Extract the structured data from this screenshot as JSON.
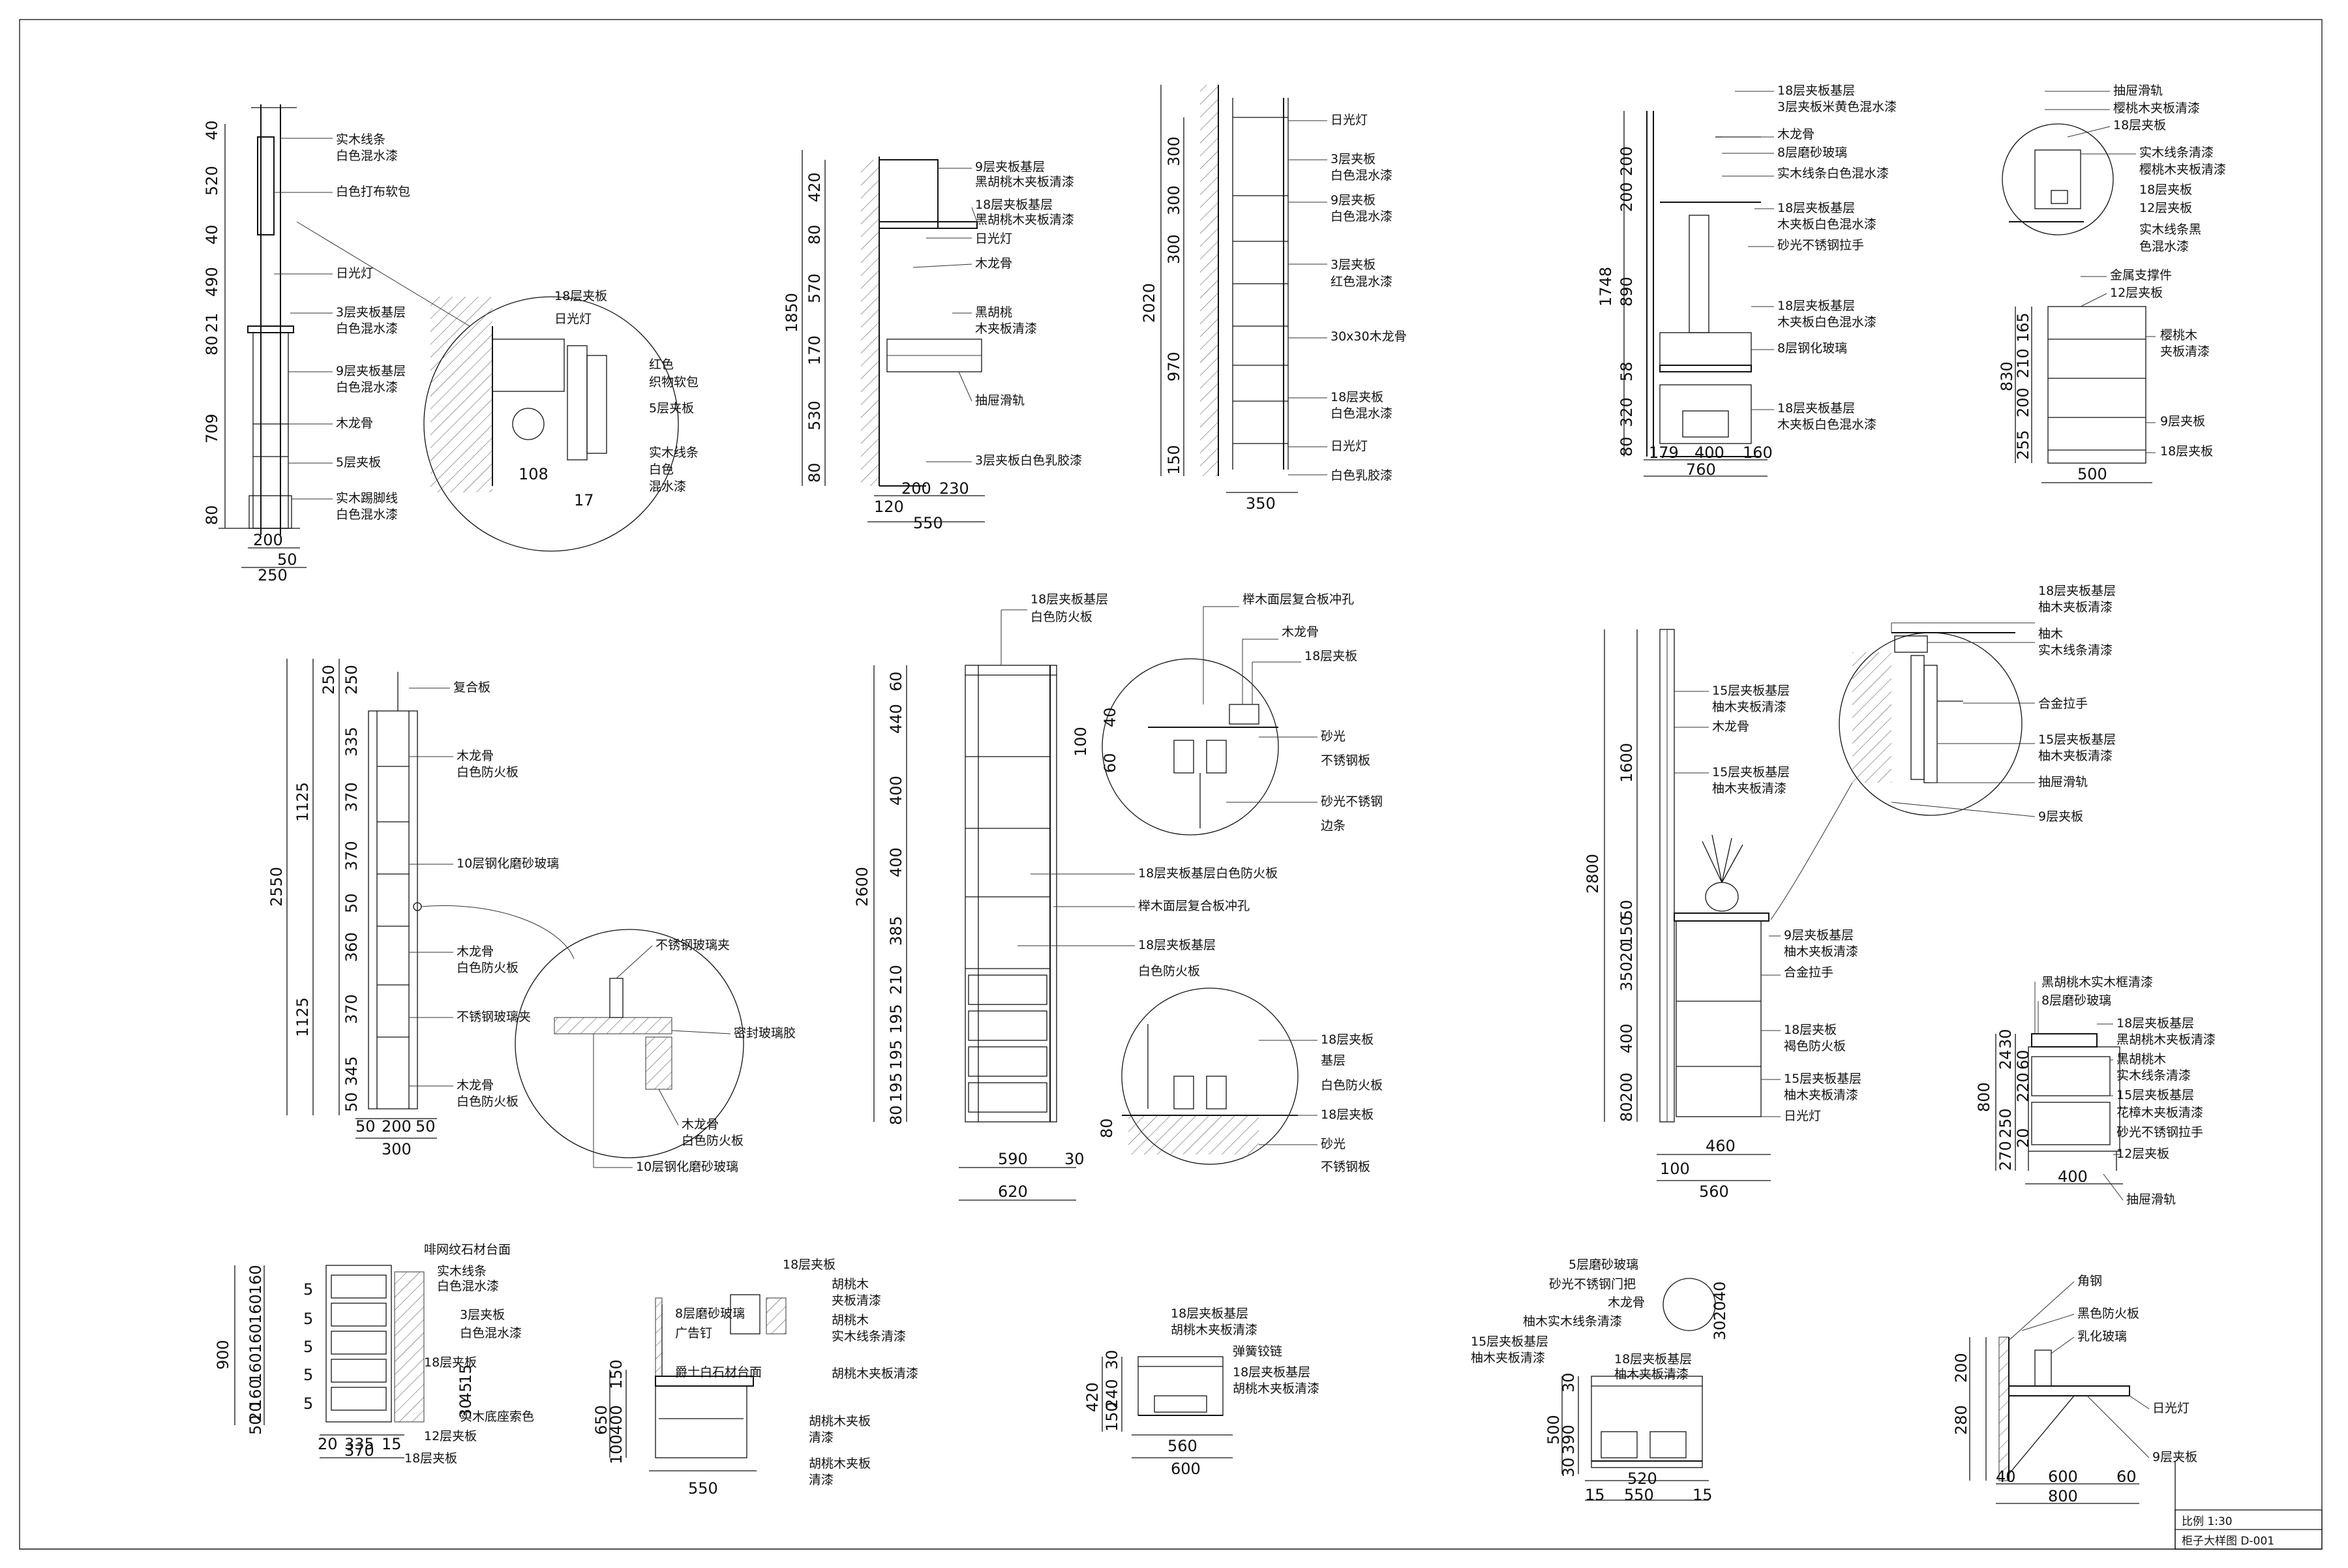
{
  "title_block": {
    "scale_label": "比例 1:30",
    "drawing_title": "柜子大样图 D-001"
  },
  "details": [
    {
      "id": "d1",
      "v_dims": [
        "40",
        "520",
        "40",
        "490",
        "21",
        "80",
        "709",
        "80"
      ],
      "h_dims": [
        "200",
        "50",
        "250"
      ],
      "callout_dims": [
        "108",
        "17"
      ],
      "notes": [
        "实木线条",
        "白色混水漆",
        "白色打布软包",
        "日光灯",
        "3层夹板基层",
        "白色混水漆",
        "9层夹板基层",
        "白色混水漆",
        "木龙骨",
        "5层夹板",
        "实木踢脚线",
        "白色混水漆"
      ],
      "callout_notes": [
        "18层夹板",
        "日光灯",
        "红色",
        "织物软包",
        "5层夹板",
        "实木线条",
        "白色",
        "混水漆"
      ]
    },
    {
      "id": "d2",
      "v_dims": [
        "420",
        "80",
        "570",
        "170",
        "530",
        "80"
      ],
      "total": "1850",
      "h_dims": [
        "200",
        "230",
        "120",
        "550"
      ],
      "notes": [
        "9层夹板基层",
        "黑胡桃木夹板清漆",
        "18层夹板基层",
        "黑胡桃木夹板清漆",
        "日光灯",
        "木龙骨",
        "黑胡桃",
        "木夹板清漆",
        "抽屉滑轨",
        "3层夹板白色乳胶漆"
      ]
    },
    {
      "id": "d3",
      "v_dims": [
        "300",
        "300",
        "300",
        "970",
        "150"
      ],
      "total": "2020",
      "h_dims": [
        "350"
      ],
      "notes": [
        "日光灯",
        "3层夹板",
        "白色混水漆",
        "9层夹板",
        "白色混水漆",
        "3层夹板",
        "红色混水漆",
        "30x30木龙骨",
        "18层夹板",
        "白色混水漆",
        "日光灯",
        "白色乳胶漆"
      ]
    },
    {
      "id": "d4",
      "v_dims": [
        "200",
        "200",
        "890",
        "58",
        "320",
        "80"
      ],
      "total": "1748",
      "h_dims": [
        "179",
        "400",
        "160",
        "760"
      ],
      "notes": [
        "18层夹板基层",
        "3层夹板米黄色混水漆",
        "木龙骨",
        "8层磨砂玻璃",
        "实木线条白色混水漆",
        "18层夹板基层",
        "木夹板白色混水漆",
        "砂光不锈钢拉手",
        "18层夹板基层",
        "木夹板白色混水漆",
        "8层钢化玻璃",
        "18层夹板基层",
        "木夹板白色混水漆"
      ]
    },
    {
      "id": "d5",
      "v_dims": [
        "165",
        "210",
        "200",
        "255"
      ],
      "total": "830",
      "h_dims": [
        "500"
      ],
      "notes": [
        "抽屉滑轨",
        "樱桃木夹板清漆",
        "18层夹板",
        "实木线条清漆",
        "樱桃木夹板清漆",
        "18层夹板",
        "12层夹板",
        "实木线条黑",
        "色混水漆",
        "金属支撑件",
        "12层夹板",
        "樱桃木",
        "夹板清漆",
        "9层夹板",
        "18层夹板"
      ]
    },
    {
      "id": "d6",
      "v_dims": [
        "250",
        "250",
        "335",
        "370",
        "370",
        "50",
        "360",
        "370",
        "345",
        "50"
      ],
      "totals": [
        "1125",
        "1125",
        "2550"
      ],
      "h_dims": [
        "50",
        "200",
        "50",
        "300"
      ],
      "notes": [
        "复合板",
        "木龙骨",
        "白色防火板",
        "10层钢化磨砂玻璃",
        "木龙骨",
        "白色防火板",
        "不锈钢玻璃夹",
        "木龙骨",
        "白色防火板"
      ],
      "callout_notes": [
        "不锈钢玻璃夹",
        "密封玻璃胶",
        "木龙骨",
        "白色防火板",
        "10层钢化磨砂玻璃"
      ]
    },
    {
      "id": "d7",
      "v_dims": [
        "60",
        "440",
        "400",
        "400",
        "385",
        "210",
        "195",
        "195",
        "195",
        "80"
      ],
      "total": "2600",
      "h_dims": [
        "590",
        "30",
        "620"
      ],
      "callout_dims": [
        "100",
        "40",
        "60",
        "80"
      ],
      "notes": [
        "18层夹板基层",
        "白色防火板",
        "18层夹板基层白色防火板",
        "榉木面层复合板冲孔",
        "18层夹板基层",
        "白色防火板"
      ],
      "callout_notes": [
        "榉木面层复合板冲孔",
        "木龙骨",
        "18层夹板",
        "砂光",
        "不锈钢板",
        "砂光不锈钢",
        "边条",
        "18层夹板",
        "基层",
        "白色防火板",
        "18层夹板",
        "砂光",
        "不锈钢板"
      ]
    },
    {
      "id": "d8",
      "v_dims": [
        "1600",
        "50",
        "150",
        "20",
        "350",
        "400",
        "200",
        "80"
      ],
      "total": "2800",
      "h_dims": [
        "100",
        "460",
        "560"
      ],
      "notes": [
        "15层夹板基层",
        "柚木夹板清漆",
        "木龙骨",
        "15层夹板基层",
        "柚木夹板清漆",
        "9层夹板基层",
        "柚木夹板清漆",
        "合金拉手",
        "18层夹板",
        "褐色防火板",
        "15层夹板基层",
        "柚木夹板清漆",
        "日光灯"
      ],
      "callout_notes": [
        "18层夹板基层",
        "柚木夹板清漆",
        "柚木",
        "实木线条清漆",
        "合金拉手",
        "15层夹板基层",
        "柚木夹板清漆",
        "抽屉滑轨",
        "9层夹板"
      ]
    },
    {
      "id": "d9",
      "v_dims": [
        "30",
        "24",
        "60",
        "220",
        "250",
        "20",
        "270"
      ],
      "total": "800",
      "h_dims": [
        "400"
      ],
      "notes": [
        "黑胡桃木实木框清漆",
        "8层磨砂玻璃",
        "18层夹板基层",
        "黑胡桃木夹板清漆",
        "黑胡桃木",
        "实木线条清漆",
        "15层夹板基层",
        "花樟木夹板清漆",
        "砂光不锈钢拉手",
        "12层夹板",
        "抽屉滑轨"
      ]
    },
    {
      "id": "d10",
      "v_dims": [
        "160",
        "160",
        "160",
        "160",
        "160",
        "20",
        "50"
      ],
      "total": "900",
      "side_dims": [
        "5",
        "5",
        "5",
        "5",
        "5"
      ],
      "h_dims": [
        "20",
        "335",
        "15",
        "370"
      ],
      "notes": [
        "啡网纹石材台面",
        "实木线条",
        "白色混水漆",
        "3层夹板",
        "白色混水漆",
        "18层夹板",
        "实木底座索色",
        "12层夹板",
        "18层夹板"
      ],
      "callout_dims": [
        "15",
        "45",
        "30"
      ]
    },
    {
      "id": "d11",
      "v_dims": [
        "150",
        "400",
        "100"
      ],
      "total": "650",
      "h_dims": [
        "550"
      ],
      "notes": [
        "8层磨砂玻璃",
        "广告钉",
        "爵士白石材台面",
        "胡桃木夹板",
        "清漆",
        "胡桃木夹板",
        "清漆"
      ],
      "callout_notes": [
        "18层夹板",
        "胡桃木",
        "夹板清漆",
        "胡桃木",
        "实木线条清漆",
        "胡桃木夹板清漆"
      ]
    },
    {
      "id": "d12",
      "v_dims": [
        "30",
        "240",
        "150",
        "420"
      ],
      "h_dims": [
        "560",
        "600"
      ],
      "notes": [
        "18层夹板基层",
        "胡桃木夹板清漆",
        "弹簧铰链",
        "18层夹板基层",
        "胡桃木夹板清漆"
      ]
    },
    {
      "id": "d13",
      "v_dims": [
        "30",
        "390",
        "30",
        "500"
      ],
      "h_dims": [
        "520",
        "15",
        "550",
        "15"
      ],
      "notes": [
        "5层磨砂玻璃",
        "砂光不锈钢门把",
        "木龙骨",
        "柚木实木线条清漆",
        "15层夹板基层",
        "柚木夹板清漆",
        "18层夹板基层",
        "柚木夹板清漆"
      ],
      "callout_dims": [
        "40",
        "20",
        "30"
      ]
    },
    {
      "id": "d14",
      "v_dims": [
        "200",
        "280"
      ],
      "h_dims": [
        "40",
        "600",
        "60",
        "800"
      ],
      "notes": [
        "角钢",
        "黑色防火板",
        "乳化玻璃",
        "日光灯",
        "9层夹板"
      ]
    }
  ]
}
